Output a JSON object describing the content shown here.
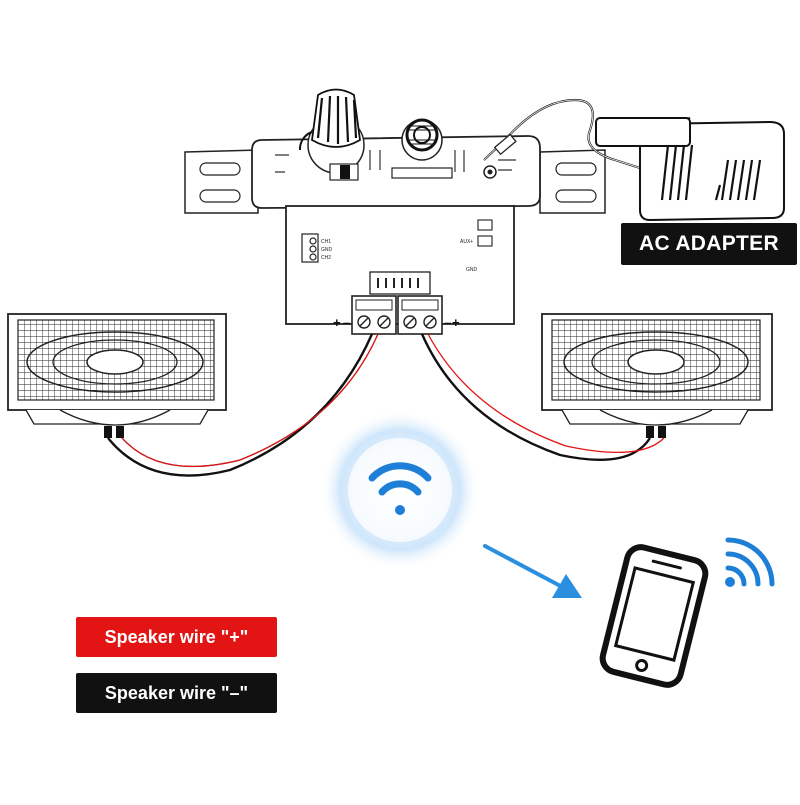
{
  "labels": {
    "ac_adapter": "AC ADAPTER",
    "speaker_wire_positive": "Speaker wire \"+\"",
    "speaker_wire_negative": "Speaker wire \"–\""
  },
  "terminal_marks": {
    "left_plus": "+",
    "left_minus": "–",
    "right_minus": "–",
    "right_plus": "+"
  },
  "board_marks": {
    "gnd": "GND",
    "aux": "AUX+",
    "ch1": "CH1",
    "ch2": "CH2",
    "gnd_b": "GND"
  },
  "colors": {
    "positive_wire": "#e21414",
    "negative_wire": "#111111",
    "wifi_blue": "#1e7fd6",
    "arrow_blue": "#2b8fe0",
    "label_dark": "#111111",
    "label_red": "#e21414"
  },
  "icons": [
    "wifi-icon",
    "smartphone-icon",
    "arrow-icon",
    "volume-knob-icon",
    "ac-adapter-icon",
    "speaker-icon"
  ]
}
